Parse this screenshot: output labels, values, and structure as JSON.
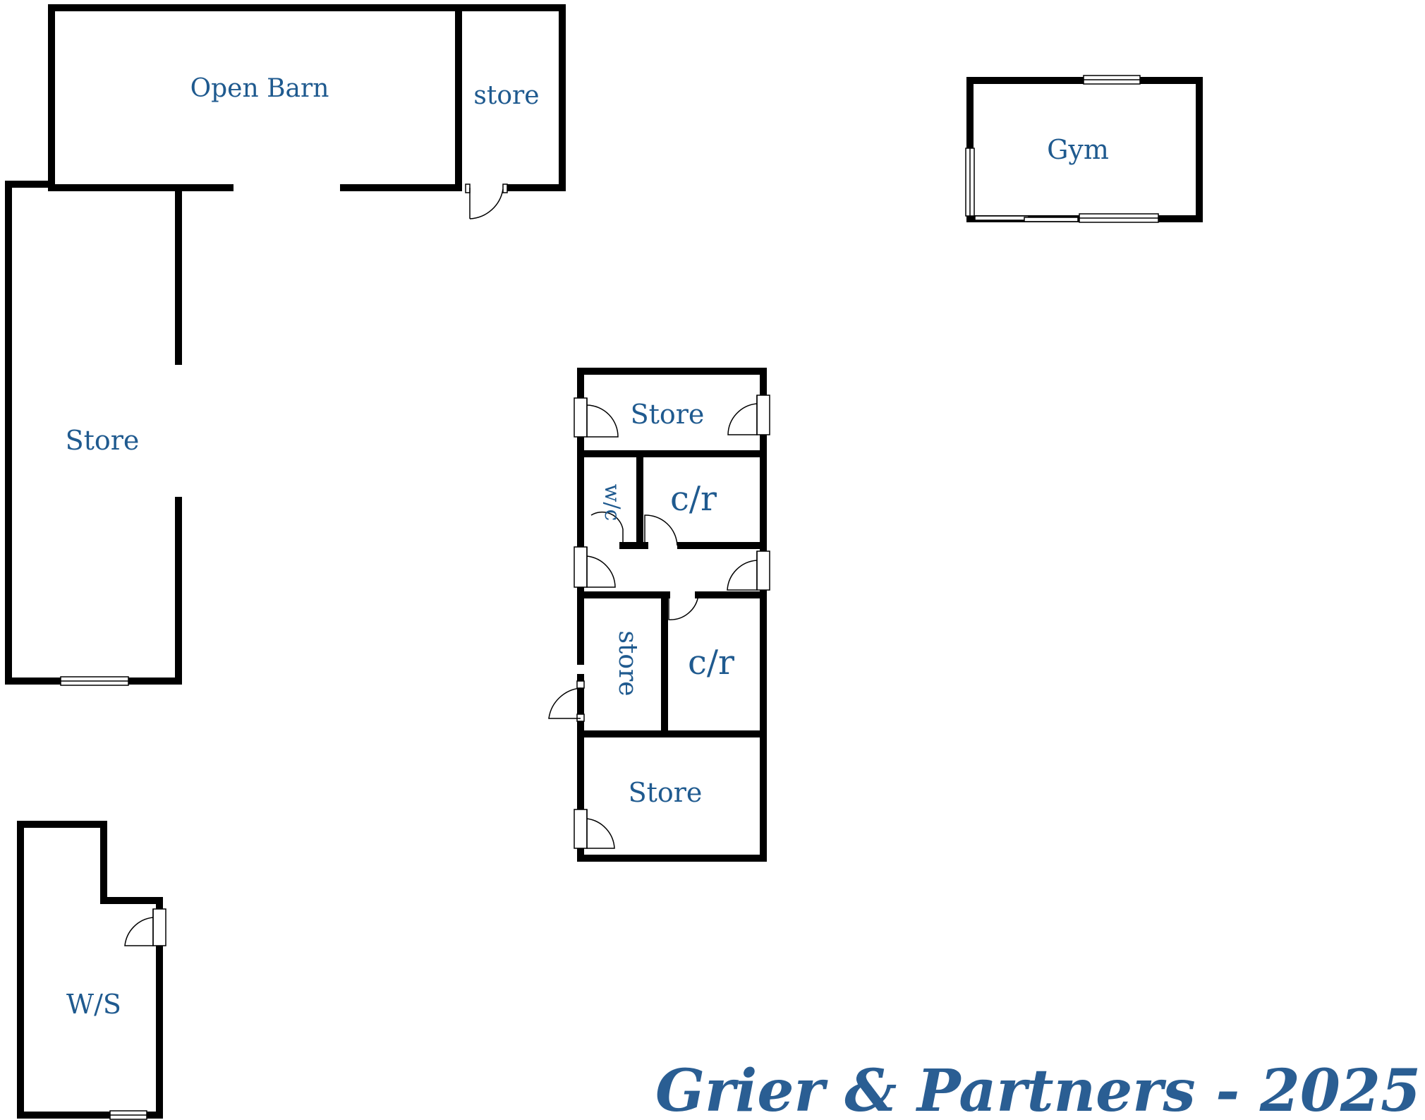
{
  "rooms": {
    "open_barn": "Open Barn",
    "barn_store": "store",
    "gym": "Gym",
    "long_store": "Store",
    "block_store_top": "Store",
    "wc": "w/c",
    "cr_upper": "c/r",
    "block_store_vertical": "store",
    "cr_lower": "c/r",
    "block_store_bottom": "Store",
    "workshop": "W/S"
  },
  "branding": {
    "text": "Grier & Partners - 2025"
  },
  "colors": {
    "label": "#1f5a8f",
    "brand": "#2a5e93",
    "wall": "#000000"
  }
}
